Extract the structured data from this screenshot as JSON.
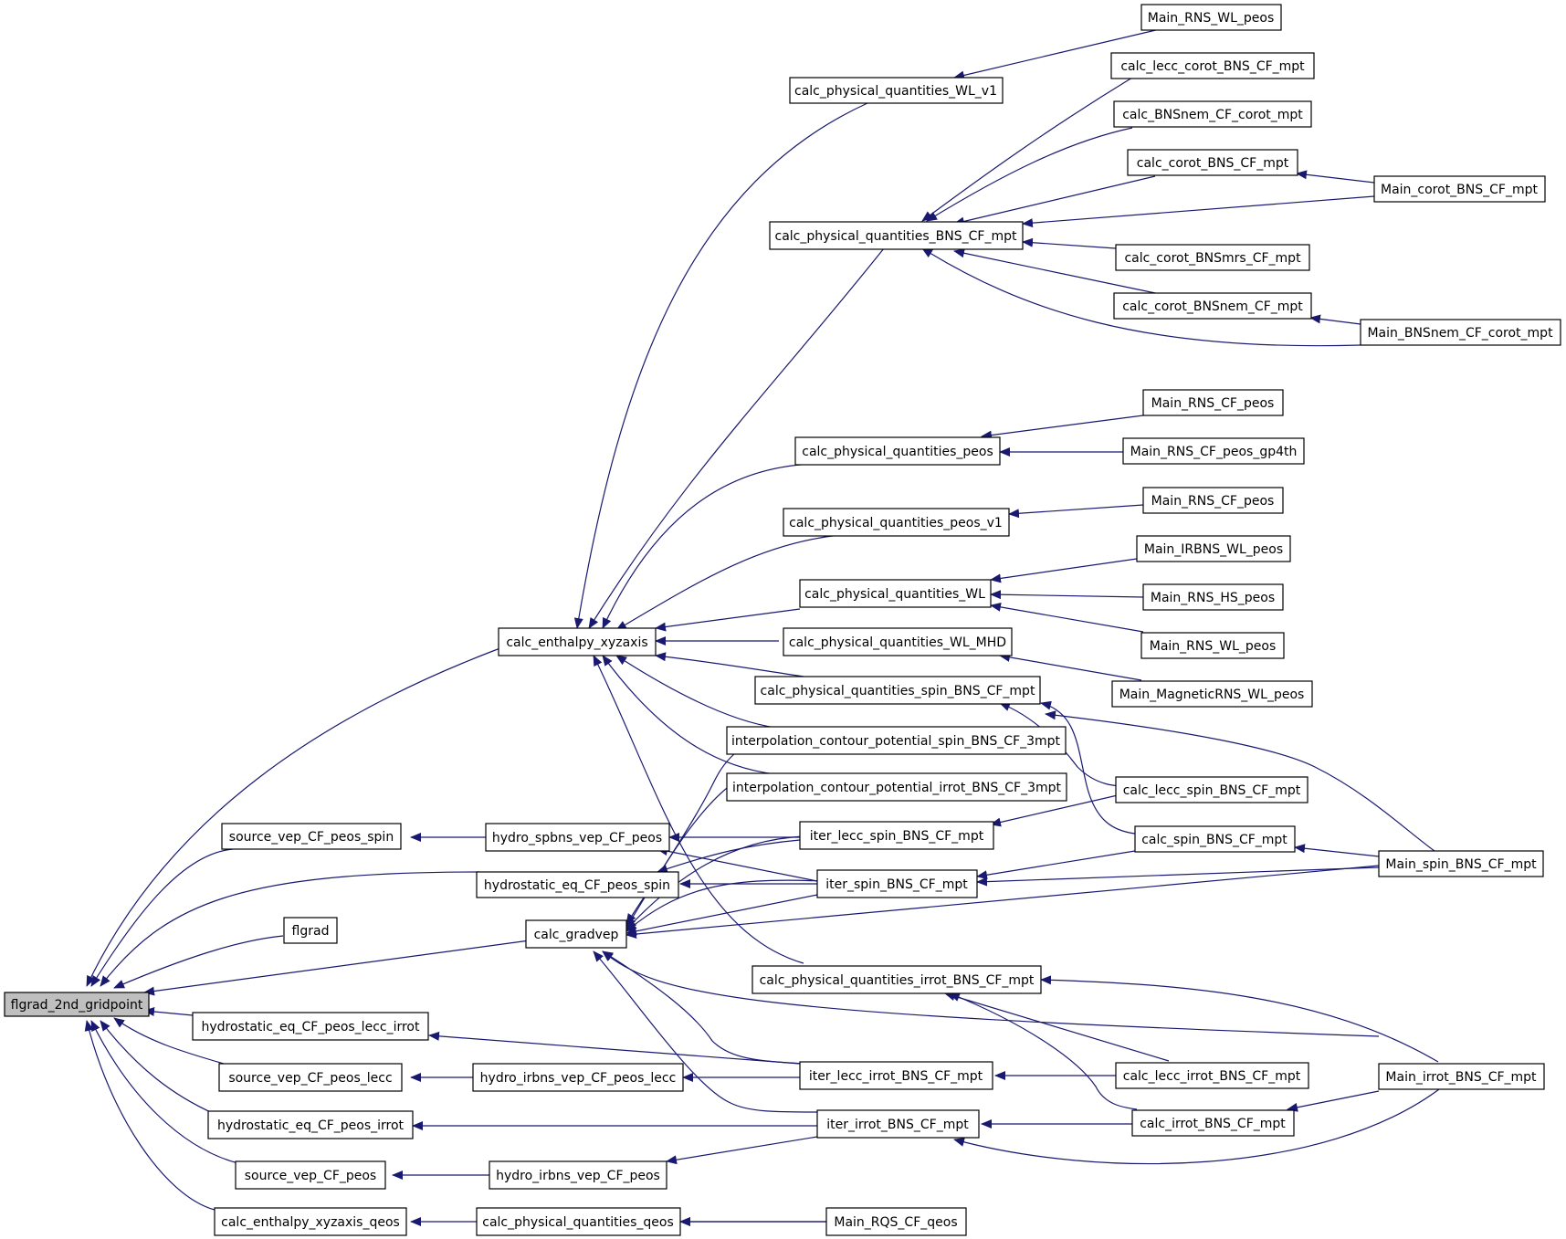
{
  "graph": {
    "edge_color": "#191970",
    "root_fill": "#bfbfbf",
    "nodes": [
      {
        "id": "root",
        "label": "flgrad_2nd_gridpoint"
      },
      {
        "id": "calc_enthalpy_xyzaxis",
        "label": "calc_enthalpy_xyzaxis"
      },
      {
        "id": "source_vep_CF_peos_spin",
        "label": "source_vep_CF_peos_spin"
      },
      {
        "id": "hydrostatic_eq_CF_peos_spin",
        "label": "hydrostatic_eq_CF_peos_spin"
      },
      {
        "id": "flgrad",
        "label": "flgrad"
      },
      {
        "id": "calc_gradvep",
        "label": "calc_gradvep"
      },
      {
        "id": "hydrostatic_eq_CF_peos_lecc_irrot",
        "label": "hydrostatic_eq_CF_peos_lecc_irrot"
      },
      {
        "id": "source_vep_CF_peos_lecc",
        "label": "source_vep_CF_peos_lecc"
      },
      {
        "id": "hydrostatic_eq_CF_peos_irrot",
        "label": "hydrostatic_eq_CF_peos_irrot"
      },
      {
        "id": "source_vep_CF_peos",
        "label": "source_vep_CF_peos"
      },
      {
        "id": "calc_enthalpy_xyzaxis_qeos",
        "label": "calc_enthalpy_xyzaxis_qeos"
      },
      {
        "id": "hydro_spbns_vep_CF_peos",
        "label": "hydro_spbns_vep_CF_peos"
      },
      {
        "id": "hydro_irbns_vep_CF_peos_lecc",
        "label": "hydro_irbns_vep_CF_peos_lecc"
      },
      {
        "id": "hydro_irbns_vep_CF_peos",
        "label": "hydro_irbns_vep_CF_peos"
      },
      {
        "id": "calc_physical_quantities_qeos",
        "label": "calc_physical_quantities_qeos"
      },
      {
        "id": "cpq_WL_v1",
        "label": "calc_physical_quantities_WL_v1"
      },
      {
        "id": "cpq_BNS_CF_mpt",
        "label": "calc_physical_quantities_BNS_CF_mpt"
      },
      {
        "id": "cpq_peos",
        "label": "calc_physical_quantities_peos"
      },
      {
        "id": "cpq_peos_v1",
        "label": "calc_physical_quantities_peos_v1"
      },
      {
        "id": "cpq_WL",
        "label": "calc_physical_quantities_WL"
      },
      {
        "id": "cpq_WL_MHD",
        "label": "calc_physical_quantities_WL_MHD"
      },
      {
        "id": "cpq_spin",
        "label": "calc_physical_quantities_spin_BNS_CF_mpt"
      },
      {
        "id": "interp_spin",
        "label": "interpolation_contour_potential_spin_BNS_CF_3mpt"
      },
      {
        "id": "interp_irrot",
        "label": "interpolation_contour_potential_irrot_BNS_CF_3mpt"
      },
      {
        "id": "iter_lecc_spin",
        "label": "iter_lecc_spin_BNS_CF_mpt"
      },
      {
        "id": "iter_spin",
        "label": "iter_spin_BNS_CF_mpt"
      },
      {
        "id": "cpq_irrot",
        "label": "calc_physical_quantities_irrot_BNS_CF_mpt"
      },
      {
        "id": "iter_lecc_irrot",
        "label": "iter_lecc_irrot_BNS_CF_mpt"
      },
      {
        "id": "iter_irrot",
        "label": "iter_irrot_BNS_CF_mpt"
      },
      {
        "id": "Main_RQS_CF_qeos",
        "label": "Main_RQS_CF_qeos"
      },
      {
        "id": "Main_RNS_WL_peos_top",
        "label": "Main_RNS_WL_peos"
      },
      {
        "id": "calc_lecc_corot",
        "label": "calc_lecc_corot_BNS_CF_mpt"
      },
      {
        "id": "calc_BNSnem_CF_corot",
        "label": "calc_BNSnem_CF_corot_mpt"
      },
      {
        "id": "calc_corot",
        "label": "calc_corot_BNS_CF_mpt"
      },
      {
        "id": "calc_corot_BNSmrs",
        "label": "calc_corot_BNSmrs_CF_mpt"
      },
      {
        "id": "calc_corot_BNSnem",
        "label": "calc_corot_BNSnem_CF_mpt"
      },
      {
        "id": "Main_RNS_CF_peos_a",
        "label": "Main_RNS_CF_peos"
      },
      {
        "id": "Main_RNS_CF_peos_gp4th",
        "label": "Main_RNS_CF_peos_gp4th"
      },
      {
        "id": "Main_RNS_CF_peos_b",
        "label": "Main_RNS_CF_peos"
      },
      {
        "id": "Main_IRBNS_WL_peos",
        "label": "Main_IRBNS_WL_peos"
      },
      {
        "id": "Main_RNS_HS_peos",
        "label": "Main_RNS_HS_peos"
      },
      {
        "id": "Main_RNS_WL_peos_b",
        "label": "Main_RNS_WL_peos"
      },
      {
        "id": "Main_MagneticRNS_WL_peos",
        "label": "Main_MagneticRNS_WL_peos"
      },
      {
        "id": "calc_lecc_spin",
        "label": "calc_lecc_spin_BNS_CF_mpt"
      },
      {
        "id": "calc_spin",
        "label": "calc_spin_BNS_CF_mpt"
      },
      {
        "id": "calc_lecc_irrot",
        "label": "calc_lecc_irrot_BNS_CF_mpt"
      },
      {
        "id": "calc_irrot",
        "label": "calc_irrot_BNS_CF_mpt"
      },
      {
        "id": "Main_corot",
        "label": "Main_corot_BNS_CF_mpt"
      },
      {
        "id": "Main_BNSnem_CF_corot",
        "label": "Main_BNSnem_CF_corot_mpt"
      },
      {
        "id": "Main_spin",
        "label": "Main_spin_BNS_CF_mpt"
      },
      {
        "id": "Main_irrot",
        "label": "Main_irrot_BNS_CF_mpt"
      }
    ]
  }
}
